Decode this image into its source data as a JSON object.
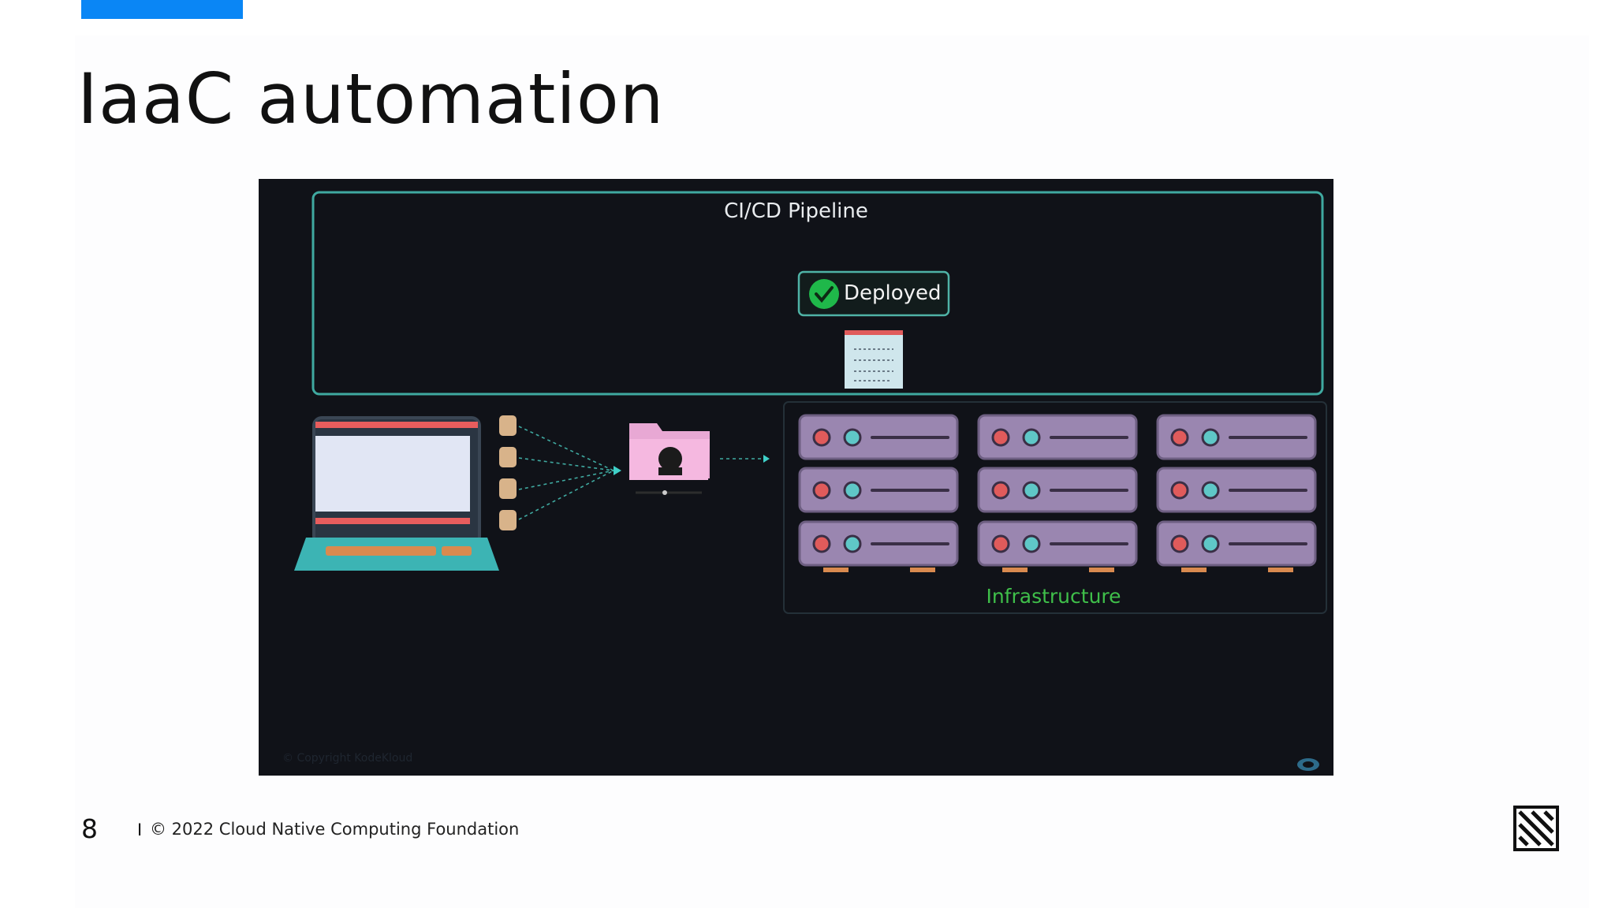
{
  "slide": {
    "title": "IaaC automation",
    "page_number": "8",
    "separator": "I",
    "copyright": "© 2022 Cloud Native Computing Foundation",
    "accent_color": "#0a86f5"
  },
  "diagram": {
    "pipeline_label": "CI/CD Pipeline",
    "deployed_label": "Deployed",
    "infrastructure_label": "Infrastructure",
    "watermark": "© Copyright KodeKloud",
    "icons": [
      "laptop-icon",
      "user-icon",
      "git-folder-icon",
      "check-icon",
      "config-file-icon",
      "server-rack-icon",
      "cloud-logo-icon",
      "cncf-logo-icon"
    ],
    "colors": {
      "background": "#101218",
      "pipeline_border": "#3fa9a0",
      "deployed_border": "#4fb3a6",
      "check": "#1fb84a",
      "server": "#9a86b0",
      "infra_text": "#3fbf4a"
    }
  }
}
